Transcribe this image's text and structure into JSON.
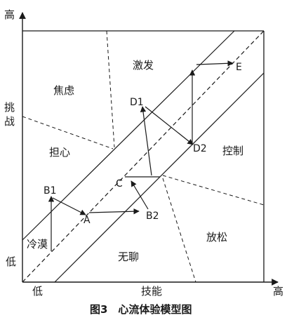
{
  "axes": {
    "y_title": "挑战",
    "y_high": "高",
    "y_low": "低",
    "x_title": "技能",
    "x_low": "低",
    "x_high": "高"
  },
  "regions": {
    "anxiety": "焦虑",
    "arousal": "激发",
    "worry": "担心",
    "control": "控制",
    "apathy": "冷漠",
    "boredom": "无聊",
    "relaxation": "放松"
  },
  "points": {
    "a": "A",
    "b1": "B1",
    "b2": "B2",
    "c": "C",
    "d1": "D1",
    "d2": "D2",
    "e": "E"
  },
  "caption": "图3　心流体验模型图"
}
